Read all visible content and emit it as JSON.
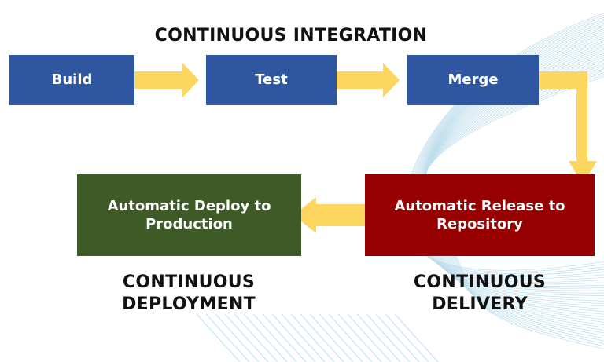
{
  "titles": {
    "continuous_integration": "CONTINUOUS INTEGRATION",
    "continuous_deployment": "CONTINUOUS DEPLOYMENT",
    "continuous_delivery": "CONTINUOUS DELIVERY"
  },
  "steps": {
    "build": "Build",
    "test": "Test",
    "merge": "Merge",
    "release": "Automatic Release to Repository",
    "deploy": "Automatic Deploy to Production"
  },
  "colors": {
    "ci_boxes": "#2f56a0",
    "release_box": "#960000",
    "deploy_box": "#3e5a27",
    "arrows": "#fdd660",
    "decoration": "#9ecbe0"
  }
}
